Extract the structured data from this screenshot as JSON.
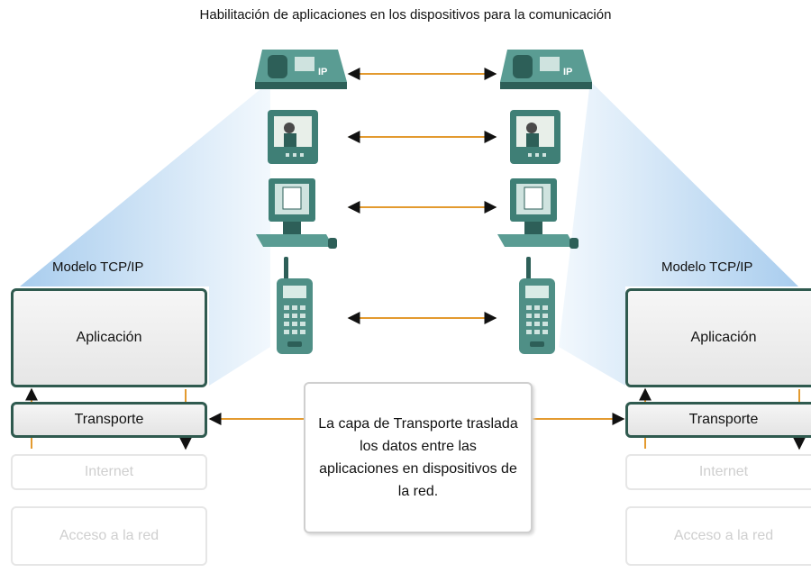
{
  "title": "Habilitación de aplicaciones en los dispositivos para la comunicación",
  "left_stack": {
    "label": "Modelo TCP/IP",
    "layers": [
      "Aplicación",
      "Transporte",
      "Internet",
      "Acceso a la red"
    ]
  },
  "right_stack": {
    "label": "Modelo TCP/IP",
    "layers": [
      "Aplicación",
      "Transporte",
      "Internet",
      "Acceso a la red"
    ]
  },
  "callout": "La capa de Transporte traslada los datos entre las aplicaciones en dispositivos de la red.",
  "devices": [
    {
      "name": "ip-phone-icon",
      "badge": "IP"
    },
    {
      "name": "video-monitor-icon"
    },
    {
      "name": "computer-icon"
    },
    {
      "name": "mobile-phone-icon"
    }
  ],
  "colors": {
    "arrow": "#e39a2f",
    "arrow_head": "#111111",
    "device": "#4f8f86",
    "device_dark": "#2d5f58",
    "layer_border": "#2f5a4f",
    "fan": "#bcd8f2"
  }
}
